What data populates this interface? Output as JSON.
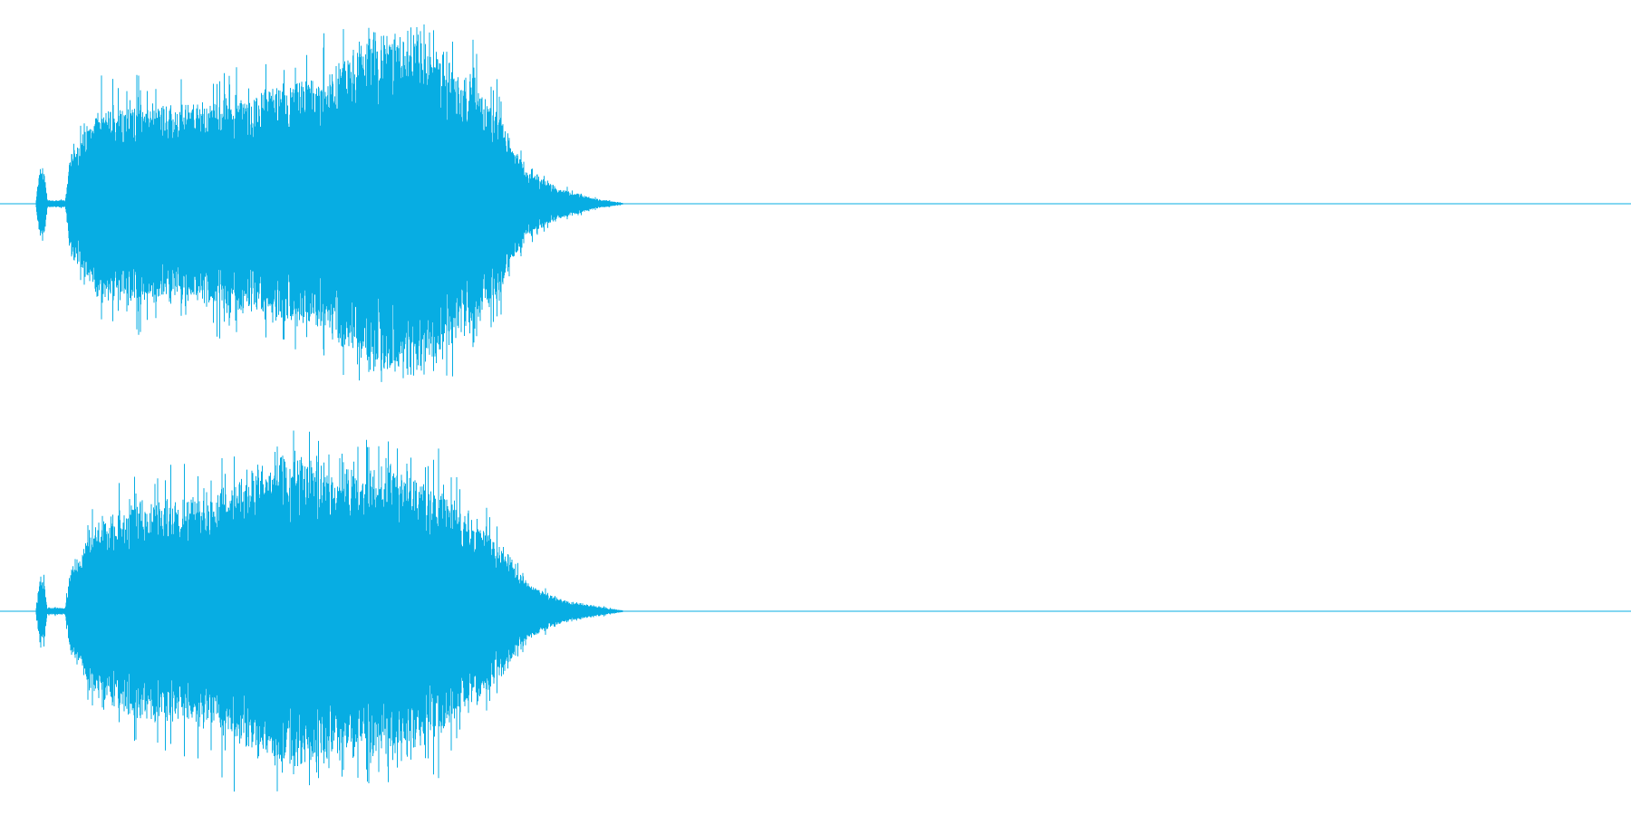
{
  "waveform": {
    "color": "#07ade3",
    "background": "#ffffff",
    "channels": [
      {
        "name": "channel-1",
        "envelope": [
          [
            0.0,
            0.0
          ],
          [
            0.022,
            0.0
          ],
          [
            0.024,
            0.2
          ],
          [
            0.027,
            0.2
          ],
          [
            0.029,
            0.02
          ],
          [
            0.04,
            0.02
          ],
          [
            0.043,
            0.28
          ],
          [
            0.06,
            0.55
          ],
          [
            0.085,
            0.6
          ],
          [
            0.11,
            0.55
          ],
          [
            0.14,
            0.62
          ],
          [
            0.175,
            0.68
          ],
          [
            0.2,
            0.72
          ],
          [
            0.225,
            0.95
          ],
          [
            0.245,
            1.0
          ],
          [
            0.265,
            0.9
          ],
          [
            0.29,
            0.72
          ],
          [
            0.305,
            0.55
          ],
          [
            0.315,
            0.35
          ],
          [
            0.325,
            0.18
          ],
          [
            0.345,
            0.08
          ],
          [
            0.365,
            0.03
          ],
          [
            0.385,
            0.0
          ],
          [
            1.0,
            0.0
          ]
        ]
      },
      {
        "name": "channel-2",
        "envelope": [
          [
            0.0,
            0.0
          ],
          [
            0.022,
            0.0
          ],
          [
            0.024,
            0.18
          ],
          [
            0.027,
            0.18
          ],
          [
            0.029,
            0.02
          ],
          [
            0.04,
            0.02
          ],
          [
            0.043,
            0.25
          ],
          [
            0.06,
            0.5
          ],
          [
            0.085,
            0.62
          ],
          [
            0.12,
            0.65
          ],
          [
            0.15,
            0.78
          ],
          [
            0.175,
            0.92
          ],
          [
            0.2,
            0.85
          ],
          [
            0.22,
            0.8
          ],
          [
            0.24,
            0.88
          ],
          [
            0.265,
            0.72
          ],
          [
            0.29,
            0.55
          ],
          [
            0.305,
            0.4
          ],
          [
            0.315,
            0.28
          ],
          [
            0.325,
            0.15
          ],
          [
            0.345,
            0.07
          ],
          [
            0.365,
            0.03
          ],
          [
            0.385,
            0.0
          ],
          [
            1.0,
            0.0
          ]
        ]
      }
    ]
  }
}
